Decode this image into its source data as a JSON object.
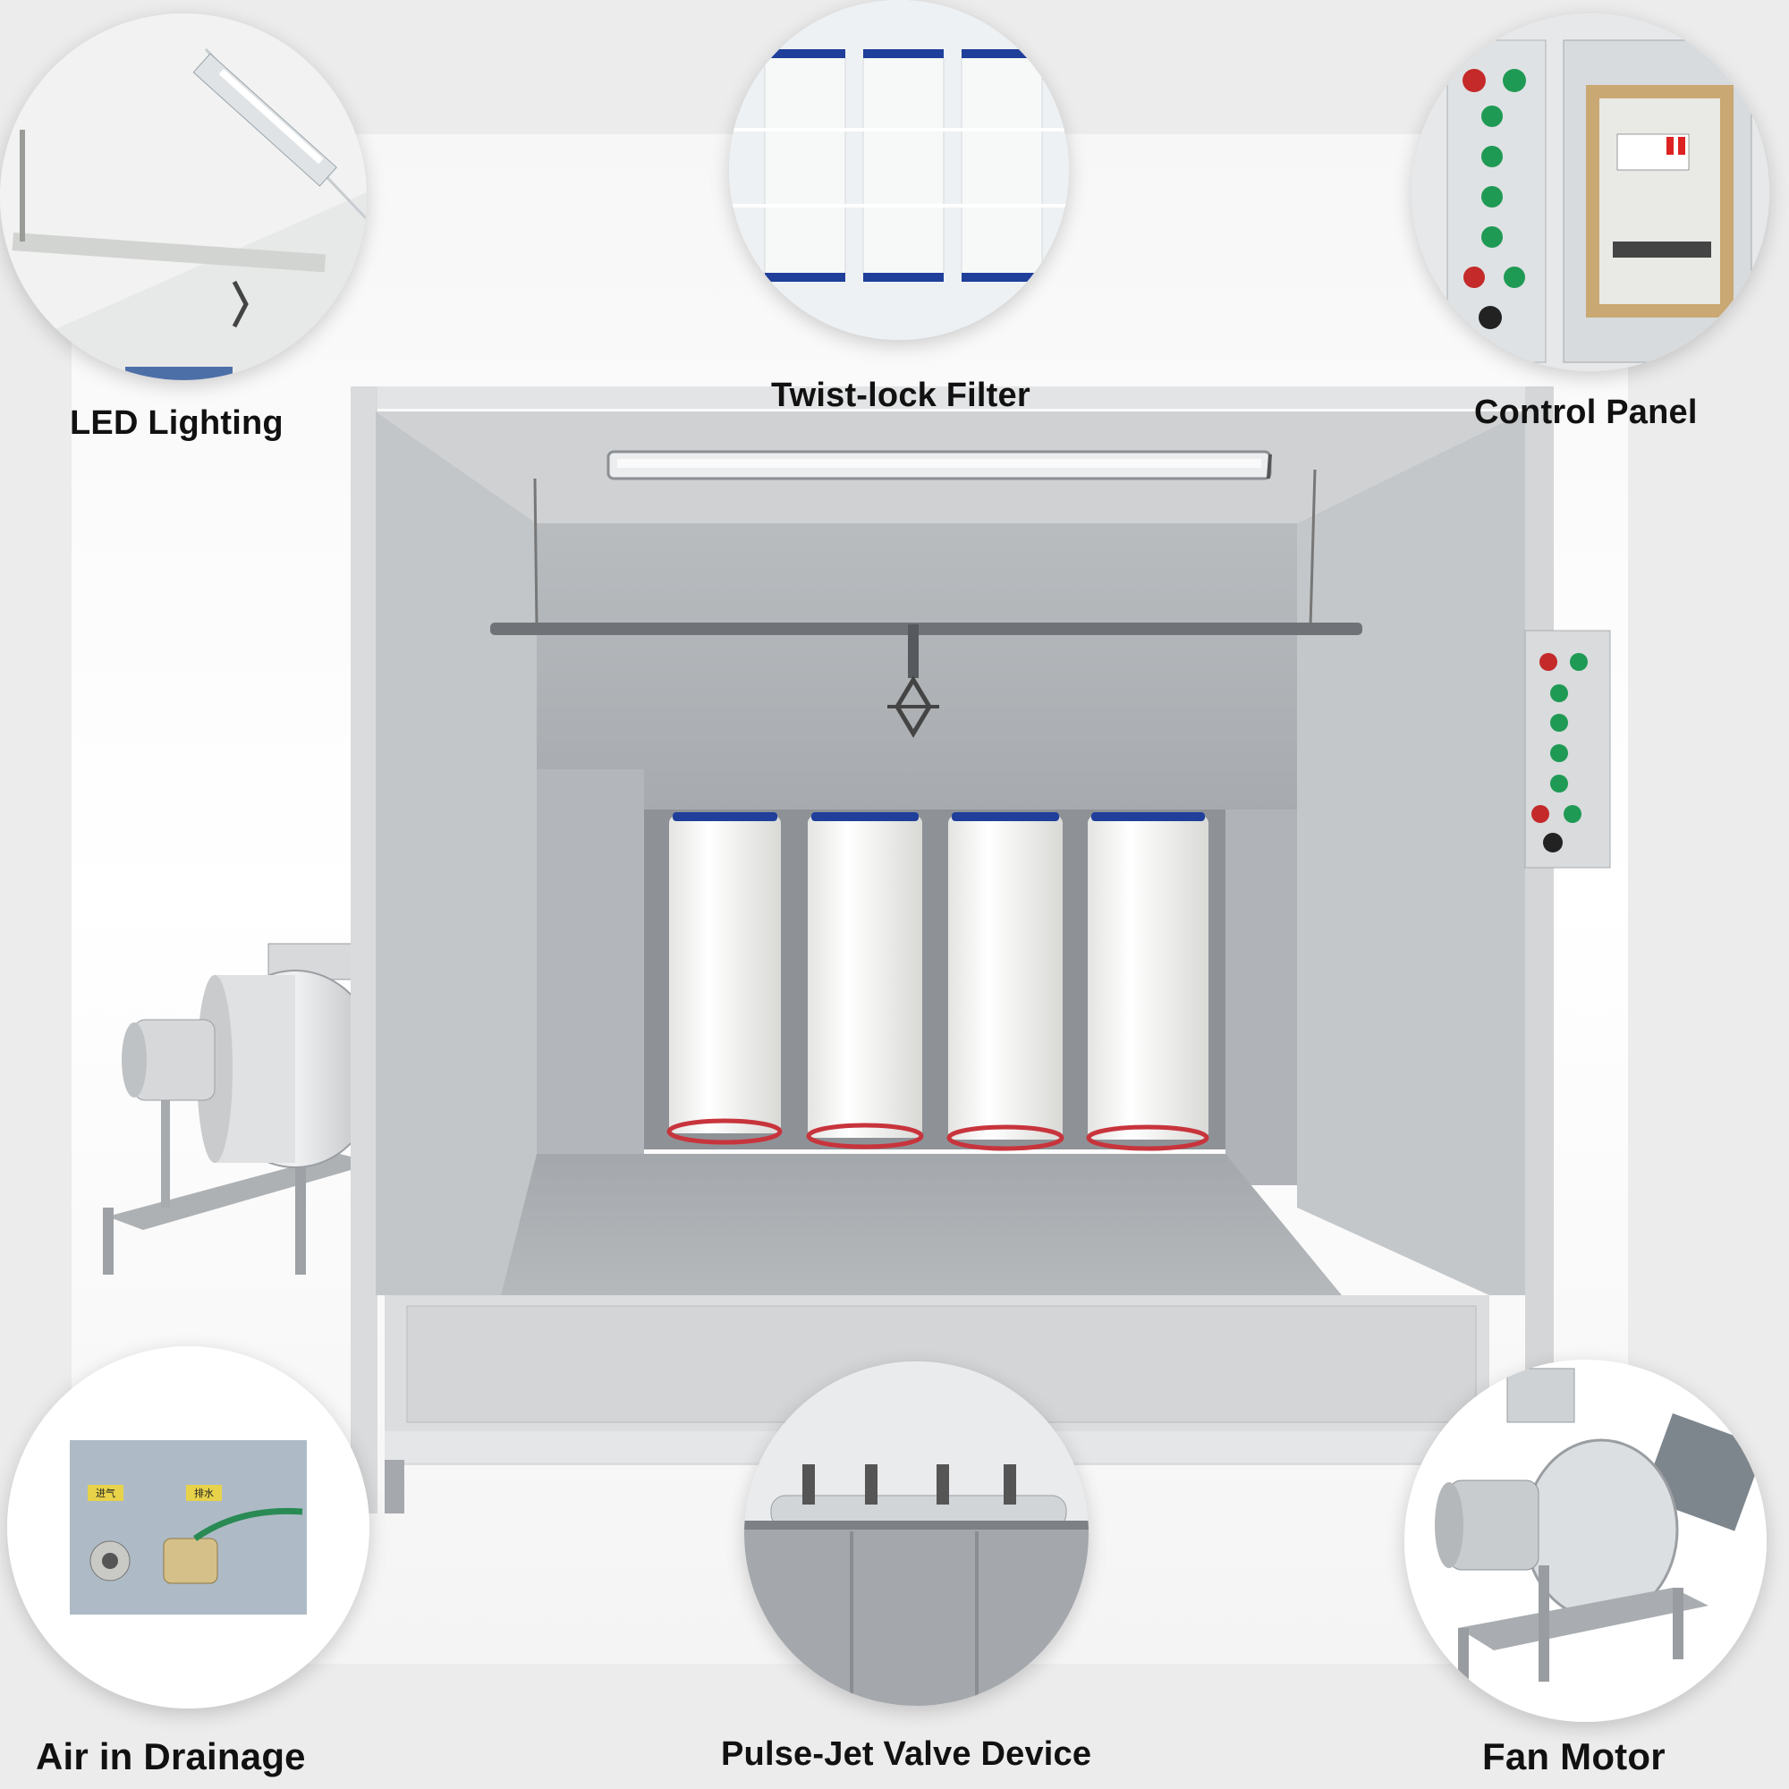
{
  "features": {
    "led_lighting": {
      "label": "LED Lighting"
    },
    "twist_lock_filter": {
      "label": "Twist-lock Filter"
    },
    "control_panel": {
      "label": "Control Panel"
    },
    "air_in_drainage": {
      "label": "Air in Drainage",
      "tag_left": "进气",
      "tag_right": "排水"
    },
    "pulse_jet_valve": {
      "label": "Pulse-Jet Valve Device"
    },
    "fan_motor": {
      "label": "Fan Motor"
    }
  },
  "colors": {
    "booth_gray": "#c9cbcd",
    "booth_dark": "#9da1a5",
    "filter_white": "#f6f6f4",
    "filter_cap_blue": "#1f3f9a",
    "filter_ring_red": "#c8343c",
    "button_green": "#1f9a55",
    "button_red": "#c42a2a"
  }
}
